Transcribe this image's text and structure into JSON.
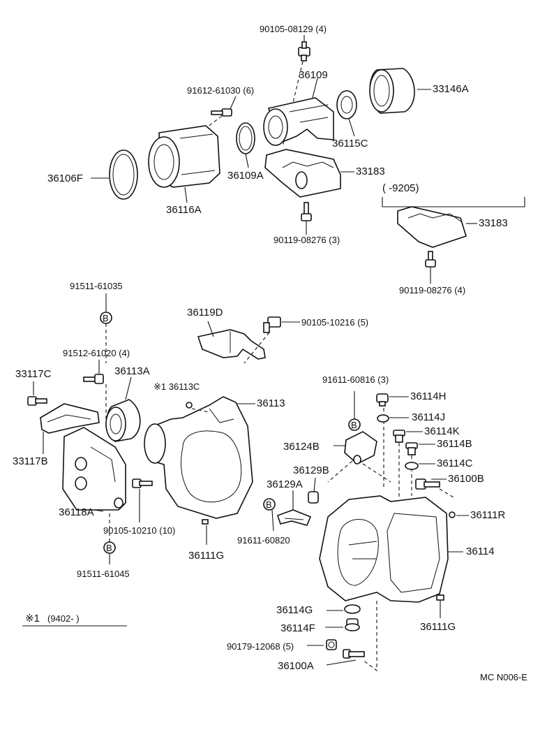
{
  "diagram_code": "MC N006-E",
  "footnote": {
    "mark": "※1",
    "text": "(9402-         )"
  },
  "range_top_right": "(        -9205)",
  "labels": {
    "p90105_08129": "90105-08129 (4)",
    "p36109": "36109",
    "p91612_61030": "91612-61030 (6)",
    "p33146A": "33146A",
    "p36115C": "36115C",
    "p36106F": "36106F",
    "p36109A": "36109A",
    "p33183_a": "33183",
    "p36116A": "36116A",
    "p90119_08276_a": "90119-08276 (3)",
    "p33183_b": "33183",
    "p90119_08276_b": "90119-08276 (4)",
    "p91511_61035": "91511-61035",
    "p36119D": "36119D",
    "p90105_10216": "90105-10216 (5)",
    "p91512_61020": "91512-61020 (4)",
    "p33117C": "33117C",
    "p36113A": "36113A",
    "p36113C": "※1 36113C",
    "p36113": "36113",
    "p33117B": "33117B",
    "p36118A": "36118A",
    "p90105_10210": "90105-10210 (10)",
    "p91511_61045": "91511-61045",
    "p36111G_a": "36111G",
    "p91611_60816": "91611-60816 (3)",
    "p36114H": "36114H",
    "p36114J": "36114J",
    "p36114K": "36114K",
    "p36114B": "36114B",
    "p36124B": "36124B",
    "p36114C": "36114C",
    "p36129B": "36129B",
    "p36100B": "36100B",
    "p36129A": "36129A",
    "p36111R": "36111R",
    "p91611_60820": "91611-60820",
    "p36114": "36114",
    "p36114G": "36114G",
    "p36114F": "36114F",
    "p90179_12068": "90179-12068 (5)",
    "p36111G_b": "36111G",
    "p36100A": "36100A"
  },
  "circle_marks": [
    "B",
    "B",
    "B",
    "B"
  ]
}
